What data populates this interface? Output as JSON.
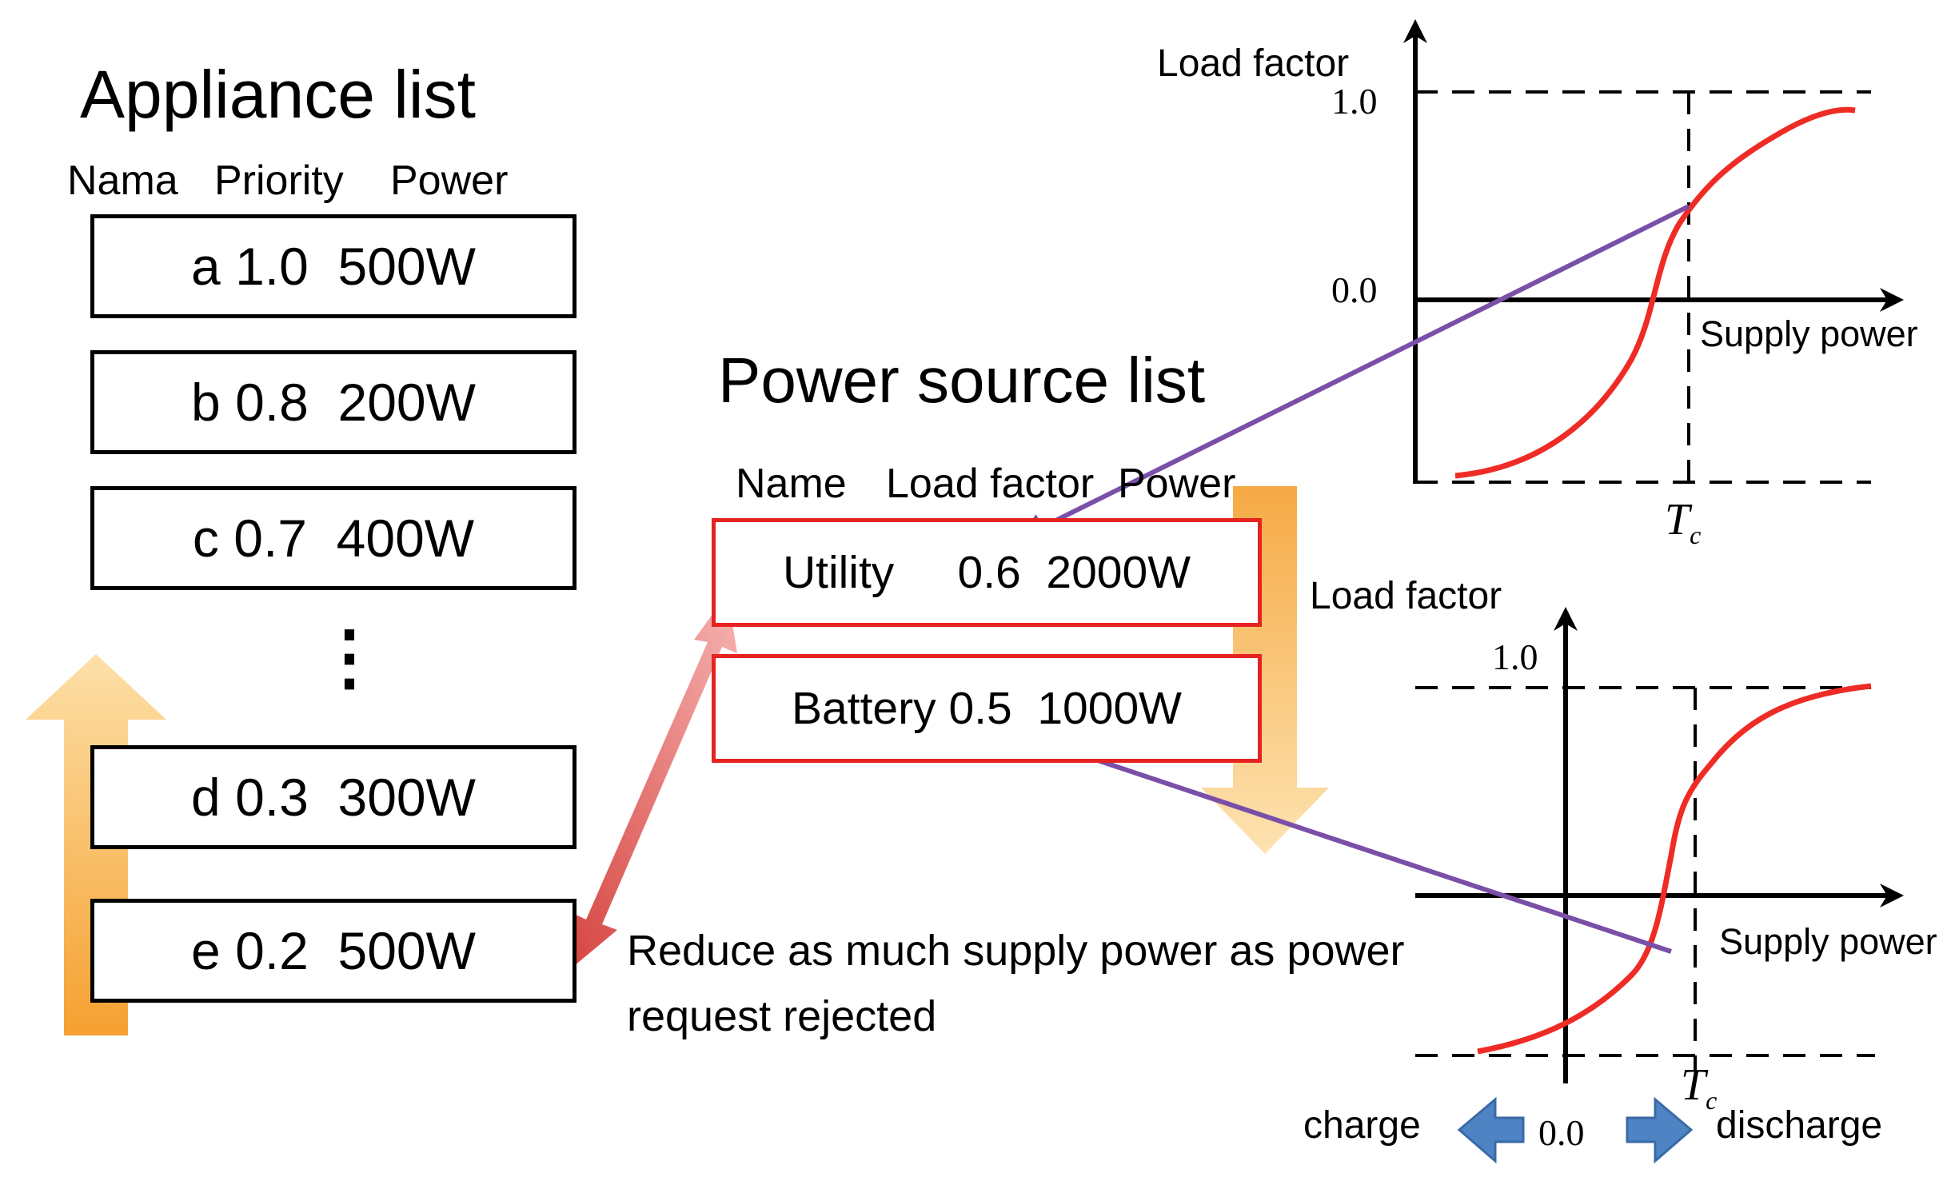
{
  "appliance_list": {
    "title": "Appliance list",
    "headers": {
      "name": "Nama",
      "priority": "Priority",
      "power": "Power"
    },
    "items": [
      {
        "text": "a 1.0  500W"
      },
      {
        "text": "b 0.8  200W"
      },
      {
        "text": "c 0.7  400W"
      },
      {
        "text": "d 0.3  300W"
      },
      {
        "text": "e 0.2  500W"
      }
    ],
    "ellipsis": "⋮"
  },
  "power_source_list": {
    "title": "Power source list",
    "headers": {
      "name": "Name",
      "load_factor": "Load factor",
      "power": "Power"
    },
    "items": [
      {
        "text": "Utility     0.6  2000W"
      },
      {
        "text": "Battery 0.5  1000W"
      }
    ]
  },
  "note": "Reduce as much supply power as power request rejected",
  "chart_top": {
    "y_label": "Load factor",
    "x_label": "Supply power",
    "tick_high": "1.0",
    "tick_zero": "0.0",
    "threshold": "T",
    "threshold_sub": "c"
  },
  "chart_bottom": {
    "y_label": "Load factor",
    "x_label": "Supply power",
    "tick_high": "1.0",
    "tick_zero": "0.0",
    "threshold": "T",
    "threshold_sub": "c",
    "left_direction": "charge",
    "right_direction": "discharge"
  },
  "colors": {
    "curve": "#ee2c25",
    "connector": "#7a4fa8",
    "source_border": "#e52421",
    "orange_arrow": "#f6a631",
    "red_arrow": "#d9534f",
    "blue_arrow": "#4f84c4"
  }
}
